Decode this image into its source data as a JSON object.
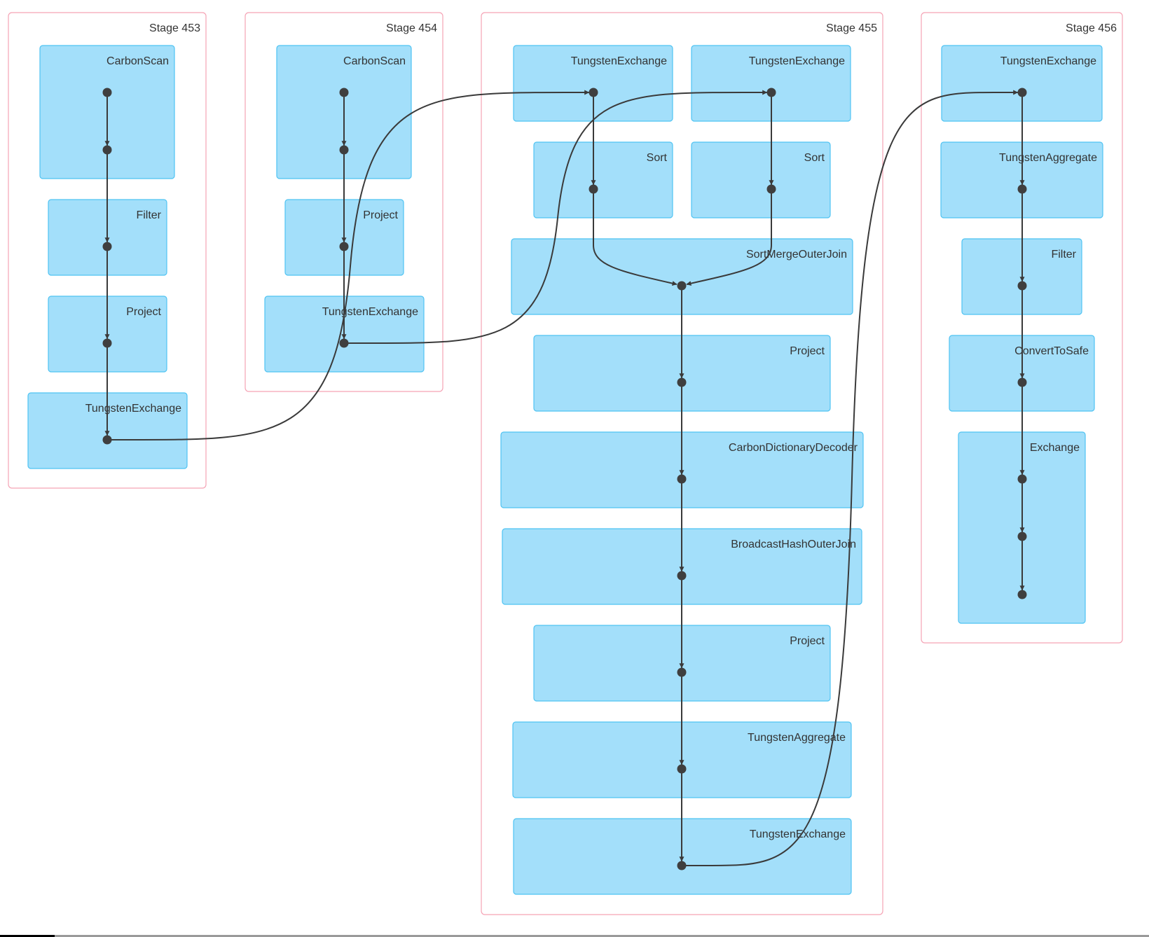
{
  "diagram": {
    "type": "spark-sql-dag",
    "stages": [
      {
        "id": "s453",
        "label": "Stage 453",
        "clusters": [
          {
            "id": "s453-c0",
            "label": "CarbonScan",
            "nodes": [
              "a0",
              "a1"
            ]
          },
          {
            "id": "s453-c1",
            "label": "Filter",
            "nodes": [
              "a2"
            ]
          },
          {
            "id": "s453-c2",
            "label": "Project",
            "nodes": [
              "a3"
            ]
          },
          {
            "id": "s453-c3",
            "label": "TungstenExchange",
            "nodes": [
              "a4"
            ]
          }
        ]
      },
      {
        "id": "s454",
        "label": "Stage 454",
        "clusters": [
          {
            "id": "s454-c0",
            "label": "CarbonScan",
            "nodes": [
              "b0",
              "b1"
            ]
          },
          {
            "id": "s454-c1",
            "label": "Project",
            "nodes": [
              "b2"
            ]
          },
          {
            "id": "s454-c2",
            "label": "TungstenExchange",
            "nodes": [
              "b3"
            ]
          }
        ]
      },
      {
        "id": "s455",
        "label": "Stage 455",
        "clusters": [
          {
            "id": "s455-c0",
            "label": "TungstenExchange",
            "nodes": [
              "c0"
            ]
          },
          {
            "id": "s455-c1",
            "label": "TungstenExchange",
            "nodes": [
              "c1"
            ]
          },
          {
            "id": "s455-c2",
            "label": "Sort",
            "nodes": [
              "c2"
            ]
          },
          {
            "id": "s455-c3",
            "label": "Sort",
            "nodes": [
              "c3"
            ]
          },
          {
            "id": "s455-c4",
            "label": "SortMergeOuterJoin",
            "nodes": [
              "c4"
            ]
          },
          {
            "id": "s455-c5",
            "label": "Project",
            "nodes": [
              "c5"
            ]
          },
          {
            "id": "s455-c6",
            "label": "CarbonDictionaryDecoder",
            "nodes": [
              "c6"
            ]
          },
          {
            "id": "s455-c7",
            "label": "BroadcastHashOuterJoin",
            "nodes": [
              "c7"
            ]
          },
          {
            "id": "s455-c8",
            "label": "Project",
            "nodes": [
              "c8"
            ]
          },
          {
            "id": "s455-c9",
            "label": "TungstenAggregate",
            "nodes": [
              "c9"
            ]
          },
          {
            "id": "s455-c10",
            "label": "TungstenExchange",
            "nodes": [
              "c10"
            ]
          }
        ]
      },
      {
        "id": "s456",
        "label": "Stage 456",
        "clusters": [
          {
            "id": "s456-c0",
            "label": "TungstenExchange",
            "nodes": [
              "d0"
            ]
          },
          {
            "id": "s456-c1",
            "label": "TungstenAggregate",
            "nodes": [
              "d1"
            ]
          },
          {
            "id": "s456-c2",
            "label": "Filter",
            "nodes": [
              "d2"
            ]
          },
          {
            "id": "s456-c3",
            "label": "ConvertToSafe",
            "nodes": [
              "d3"
            ]
          },
          {
            "id": "s456-c4",
            "label": "Exchange",
            "nodes": [
              "d4",
              "d5",
              "d6"
            ]
          }
        ]
      }
    ],
    "edges": [
      {
        "from": "a0",
        "to": "a1"
      },
      {
        "from": "a1",
        "to": "a2"
      },
      {
        "from": "a2",
        "to": "a3"
      },
      {
        "from": "a3",
        "to": "a4"
      },
      {
        "from": "b0",
        "to": "b1"
      },
      {
        "from": "b1",
        "to": "b2"
      },
      {
        "from": "b2",
        "to": "b3"
      },
      {
        "from": "a4",
        "to": "c0"
      },
      {
        "from": "b3",
        "to": "c1"
      },
      {
        "from": "c0",
        "to": "c2"
      },
      {
        "from": "c1",
        "to": "c3"
      },
      {
        "from": "c2",
        "to": "c4"
      },
      {
        "from": "c3",
        "to": "c4"
      },
      {
        "from": "c4",
        "to": "c5"
      },
      {
        "from": "c5",
        "to": "c6"
      },
      {
        "from": "c6",
        "to": "c7"
      },
      {
        "from": "c7",
        "to": "c8"
      },
      {
        "from": "c8",
        "to": "c9"
      },
      {
        "from": "c9",
        "to": "c10"
      },
      {
        "from": "c10",
        "to": "d0"
      },
      {
        "from": "d0",
        "to": "d1"
      },
      {
        "from": "d1",
        "to": "d2"
      },
      {
        "from": "d2",
        "to": "d3"
      },
      {
        "from": "d3",
        "to": "d4"
      },
      {
        "from": "d4",
        "to": "d5"
      },
      {
        "from": "d5",
        "to": "d6"
      }
    ]
  },
  "colors": {
    "stage_border": "#f5a3b5",
    "cluster_fill": "#a3dffa",
    "cluster_border": "#4fc3f2",
    "node": "#3f3f3f",
    "edge": "#3a3a3a"
  }
}
